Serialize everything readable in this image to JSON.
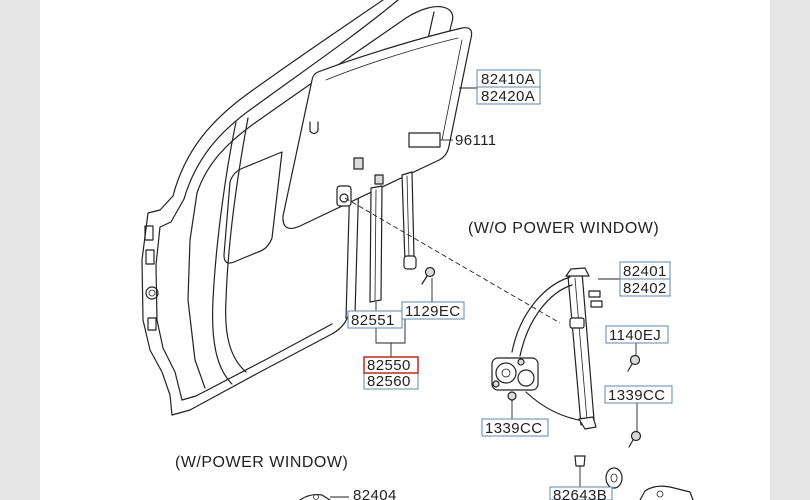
{
  "diagram": {
    "notes": {
      "without_power_window": "(W/O POWER WINDOW)",
      "with_power_window": "(W/POWER WINDOW)"
    },
    "callouts": {
      "c82410A": {
        "text": "82410A",
        "selected": false
      },
      "c82420A": {
        "text": "82420A",
        "selected": false
      },
      "c96111": {
        "text": "96111",
        "selected": false
      },
      "c82401": {
        "text": "82401",
        "selected": false
      },
      "c82402": {
        "text": "82402",
        "selected": false
      },
      "c1140EJ": {
        "text": "1140EJ",
        "selected": false
      },
      "c1129EC": {
        "text": "1129EC",
        "selected": false
      },
      "c82551": {
        "text": "82551",
        "selected": false
      },
      "c82550": {
        "text": "82550",
        "selected": true
      },
      "c82560": {
        "text": "82560",
        "selected": false
      },
      "c1339CC_right": {
        "text": "1339CC",
        "selected": false
      },
      "c1339CC_lower": {
        "text": "1339CC",
        "selected": false
      },
      "c82643B": {
        "text": "82643B",
        "selected": false
      },
      "c82404": {
        "text": "82404",
        "selected": false
      }
    }
  },
  "colors": {
    "callout_border": "#5d87ab",
    "selected_border": "#c0392b",
    "drawing_line": "#222222",
    "side_panel": "#e6e6e6",
    "text": "#222222",
    "paper": "#ffffff"
  }
}
